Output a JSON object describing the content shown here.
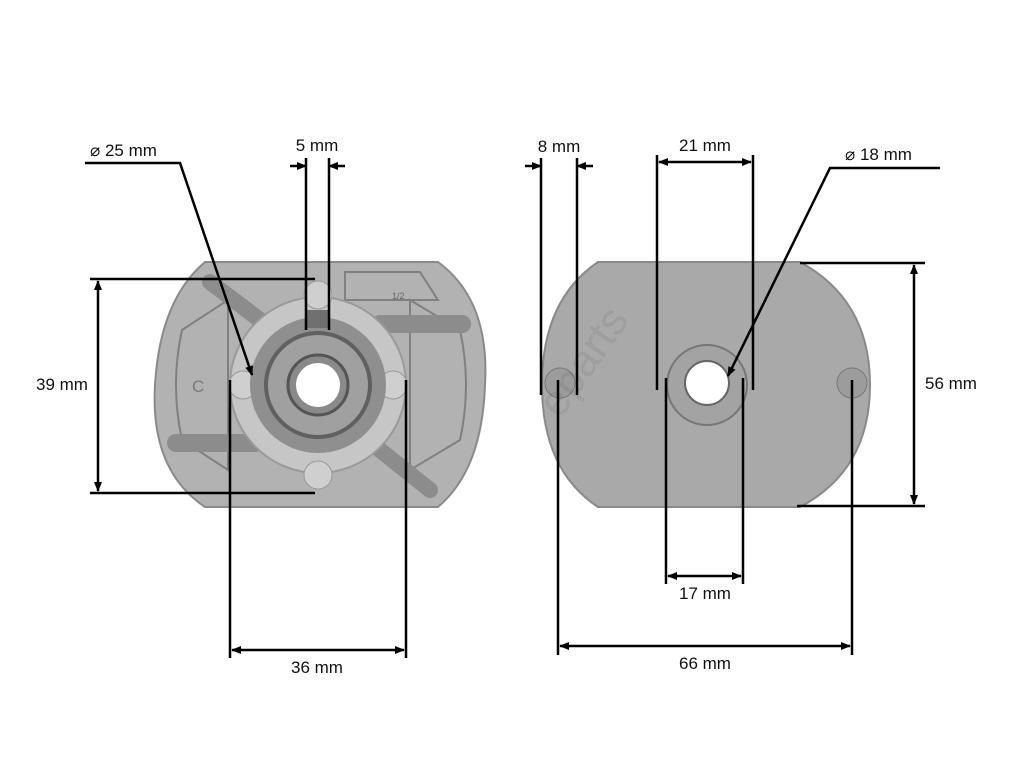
{
  "diagram": {
    "left_view": {
      "diameter_label": "⌀ 25 mm",
      "slot_width_label": "5 mm",
      "height_label": "39 mm",
      "hole_spacing_label": "36 mm",
      "marking_c": "C",
      "marking_half": "1/2"
    },
    "right_view": {
      "pin_width_label": "8 mm",
      "boss_width_label": "21 mm",
      "diameter_label": "⌀ 18 mm",
      "height_label": "56 mm",
      "hole_width_label": "17 mm",
      "overall_width_label": "66 mm"
    },
    "watermark": "eparts",
    "colors": {
      "metal": "#a9a9a9",
      "metal_dark": "#7a7a7a",
      "line": "#000000"
    }
  }
}
